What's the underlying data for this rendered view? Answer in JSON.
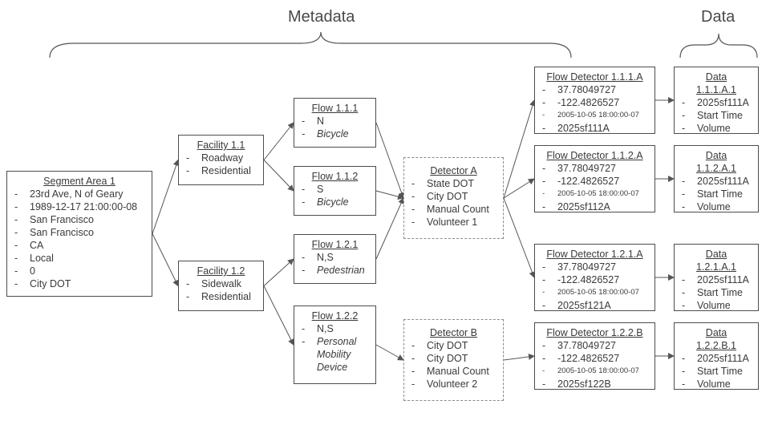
{
  "headings": {
    "metadata": "Metadata",
    "data": "Data"
  },
  "nodes": {
    "segment": {
      "title": "Segment Area 1",
      "items": [
        "23rd Ave, N of Geary",
        "1989-12-17 21:00:00-08",
        "San Francisco",
        "San Francisco",
        "CA",
        "Local",
        "0",
        "City DOT"
      ]
    },
    "facility_1_1": {
      "title": "Facility 1.1",
      "items": [
        "Roadway",
        "Residential"
      ]
    },
    "facility_1_2": {
      "title": "Facility 1.2",
      "items": [
        "Sidewalk",
        "Residential"
      ]
    },
    "flow_1_1_1": {
      "title": "Flow 1.1.1",
      "items": [
        "N",
        "Bicycle"
      ]
    },
    "flow_1_1_2": {
      "title": "Flow 1.1.2",
      "items": [
        "S",
        "Bicycle"
      ]
    },
    "flow_1_2_1": {
      "title": "Flow 1.2.1",
      "items": [
        "N,S",
        "Pedestrian"
      ]
    },
    "flow_1_2_2": {
      "title": "Flow 1.2.2",
      "items": [
        "N,S",
        "Personal Mobility Device"
      ]
    },
    "detector_a": {
      "title": "Detector A",
      "items": [
        "State DOT",
        "City DOT",
        "Manual Count",
        "Volunteer 1"
      ]
    },
    "detector_b": {
      "title": "Detector B",
      "items": [
        "City DOT",
        "City DOT",
        "Manual Count",
        "Volunteer 2"
      ]
    },
    "fd_1_1_1_a": {
      "title": "Flow Detector 1.1.1.A",
      "items": [
        "37.78049727",
        "-122.4826527",
        "2005-10-05 18:00:00-07",
        "2025sf111A"
      ]
    },
    "fd_1_1_2_a": {
      "title": "Flow Detector 1.1.2.A",
      "items": [
        "37.78049727",
        "-122.4826527",
        "2005-10-05 18:00:00-07",
        "2025sf112A"
      ]
    },
    "fd_1_2_1_a": {
      "title": "Flow Detector 1.2.1.A",
      "items": [
        "37.78049727",
        "-122.4826527",
        "2005-10-05 18:00:00-07",
        "2025sf121A"
      ]
    },
    "fd_1_2_2_b": {
      "title": "Flow Detector 1.2.2.B",
      "items": [
        "37.78049727",
        "-122.4826527",
        "2005-10-05 18:00:00-07",
        "2025sf122B"
      ]
    },
    "data_1_1_1_a_1": {
      "title": "Data 1.1.1.A.1",
      "items": [
        "2025sf111A",
        "Start Time",
        "Volume"
      ]
    },
    "data_1_1_2_a_1": {
      "title": "Data 1.1.2.A.1",
      "items": [
        "2025sf111A",
        "Start Time",
        "Volume"
      ]
    },
    "data_1_2_1_a_1": {
      "title": "Data 1.2.1.A.1",
      "items": [
        "2025sf111A",
        "Start Time",
        "Volume"
      ]
    },
    "data_1_2_2_b_1": {
      "title": "Data 1.2.2.B.1",
      "items": [
        "2025sf111A",
        "Start Time",
        "Volume"
      ]
    }
  },
  "edges": [
    [
      "segment",
      "facility_1_1"
    ],
    [
      "segment",
      "facility_1_2"
    ],
    [
      "facility_1_1",
      "flow_1_1_1"
    ],
    [
      "facility_1_1",
      "flow_1_1_2"
    ],
    [
      "facility_1_2",
      "flow_1_2_1"
    ],
    [
      "facility_1_2",
      "flow_1_2_2"
    ],
    [
      "flow_1_1_1",
      "detector_a"
    ],
    [
      "flow_1_1_2",
      "detector_a"
    ],
    [
      "flow_1_2_1",
      "detector_a"
    ],
    [
      "flow_1_2_2",
      "detector_b"
    ],
    [
      "detector_a",
      "fd_1_1_1_a"
    ],
    [
      "detector_a",
      "fd_1_1_2_a"
    ],
    [
      "detector_a",
      "fd_1_2_1_a"
    ],
    [
      "detector_b",
      "fd_1_2_2_b"
    ],
    [
      "fd_1_1_1_a",
      "data_1_1_1_a_1"
    ],
    [
      "fd_1_1_2_a",
      "data_1_1_2_a_1"
    ],
    [
      "fd_1_2_1_a",
      "data_1_2_1_a_1"
    ],
    [
      "fd_1_2_2_b",
      "data_1_2_2_b_1"
    ]
  ]
}
